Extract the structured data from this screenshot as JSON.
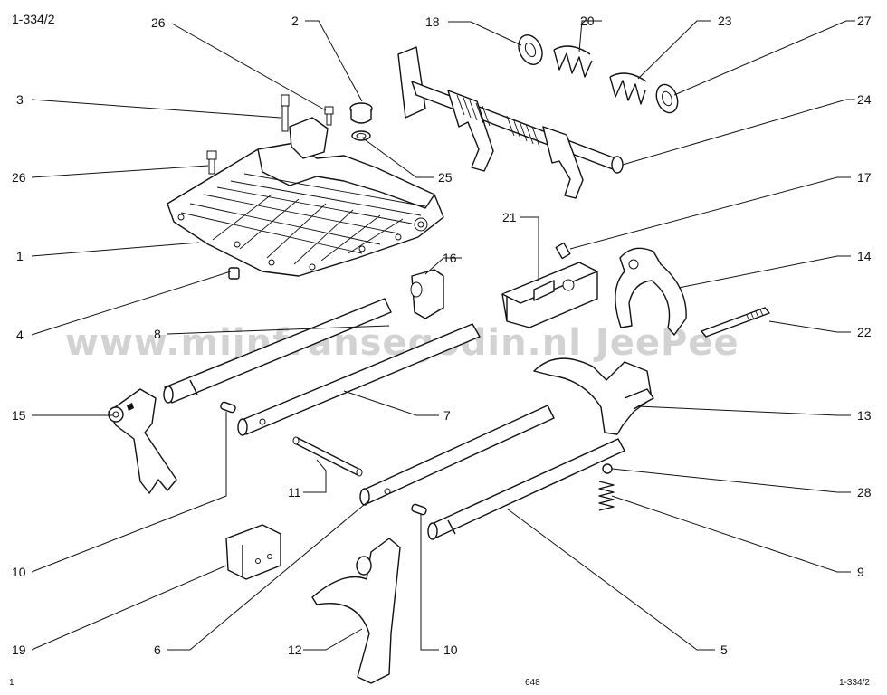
{
  "figure_ref_top": "1-334/2",
  "figure_ref_bottom": "1-334/2",
  "page_number": "648",
  "footer_left": "1",
  "watermark": "www.mijnfransegodin.nl   JeePee",
  "callouts": {
    "c1": "1",
    "c2": "2",
    "c3": "3",
    "c4": "4",
    "c5": "5",
    "c6": "6",
    "c7": "7",
    "c8": "8",
    "c9": "9",
    "c10a": "10",
    "c10b": "10",
    "c11": "11",
    "c12": "12",
    "c13": "13",
    "c14": "14",
    "c15": "15",
    "c16": "16",
    "c17": "17",
    "c18": "18",
    "c19": "19",
    "c20": "20",
    "c21": "21",
    "c22": "22",
    "c23": "23",
    "c24": "24",
    "c25": "25",
    "c26a": "26",
    "c26b": "26",
    "c27": "27",
    "c28": "28"
  }
}
